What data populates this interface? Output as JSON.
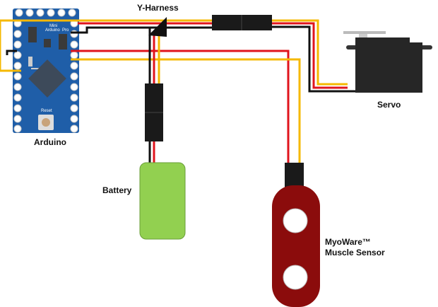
{
  "labels": {
    "y_harness": "Y-Harness",
    "arduino": "Arduino",
    "servo": "Servo",
    "battery": "Battery",
    "sensor_line1": "MyoWare™",
    "sensor_line2": "Muscle Sensor"
  },
  "board_text": {
    "mini": "Mini",
    "arduino": "Arduino",
    "pro": "Pro",
    "reset": "Reset"
  },
  "colors": {
    "signal_wire": "#f5b800",
    "power_wire": "#e0141c",
    "ground_wire": "#111111",
    "arduino_board": "#1f5ea8",
    "battery": "#92d050",
    "sensor": "#8b0c0c",
    "servo": "#262626"
  }
}
